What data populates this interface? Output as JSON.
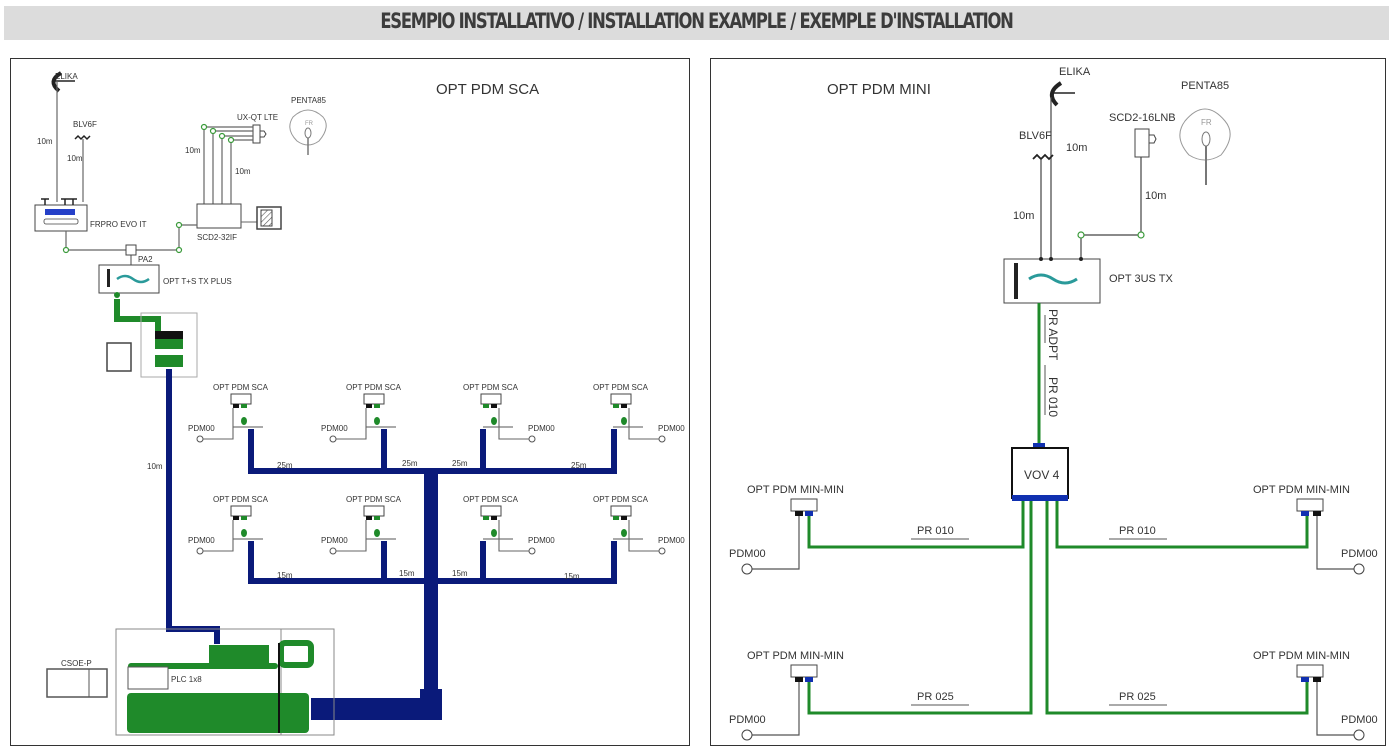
{
  "banner": {
    "title": "ESEMPIO INSTALLATIVO / INSTALLATION EXAMPLE / EXEMPLE D'INSTALLATION"
  },
  "colors": {
    "banner_bg": "#dcdcdc",
    "trunk_blue": "#0a1a7a",
    "fiber_green": "#1f8a2a",
    "connector_blue": "#1030b0",
    "wire_gray": "#666666"
  },
  "left": {
    "title": "OPT PDM SCA",
    "antenna_elika": "ELIKA",
    "antenna_blv6f": "BLV6F",
    "dish": "PENTA85",
    "lnb": "UX-QT LTE",
    "headend": "FRPRO EVO IT",
    "multiswitch": "SCD2-32IF",
    "psu": "PA2",
    "transmitter": "OPT T+S TX PLUS",
    "combiner": "CSOE-P",
    "splitter": "PLC 1x8",
    "cable_10m": "10m",
    "outlet_label": "OPT PDM SCA",
    "socket_label": "PDM00",
    "top_row_lengths": [
      "25m",
      "25m",
      "25m",
      "25m"
    ],
    "bottom_row_lengths": [
      "15m",
      "15m",
      "15m",
      "15m"
    ]
  },
  "right": {
    "title": "OPT PDM MINI",
    "antenna_elika": "ELIKA",
    "antenna_blv6f": "BLV6F",
    "dish": "PENTA85",
    "lnb": "SCD2-16LNB",
    "transmitter": "OPT 3US TX",
    "cable_10m": "10m",
    "patch_adpt": "PR ADPT",
    "patch_010": "PR 010",
    "splitter": "VOV 4",
    "outlet_label": "OPT PDM MIN-MIN",
    "socket_label": "PDM00",
    "branch_cables": [
      "PR 010",
      "PR 010",
      "PR 025",
      "PR 025"
    ]
  }
}
